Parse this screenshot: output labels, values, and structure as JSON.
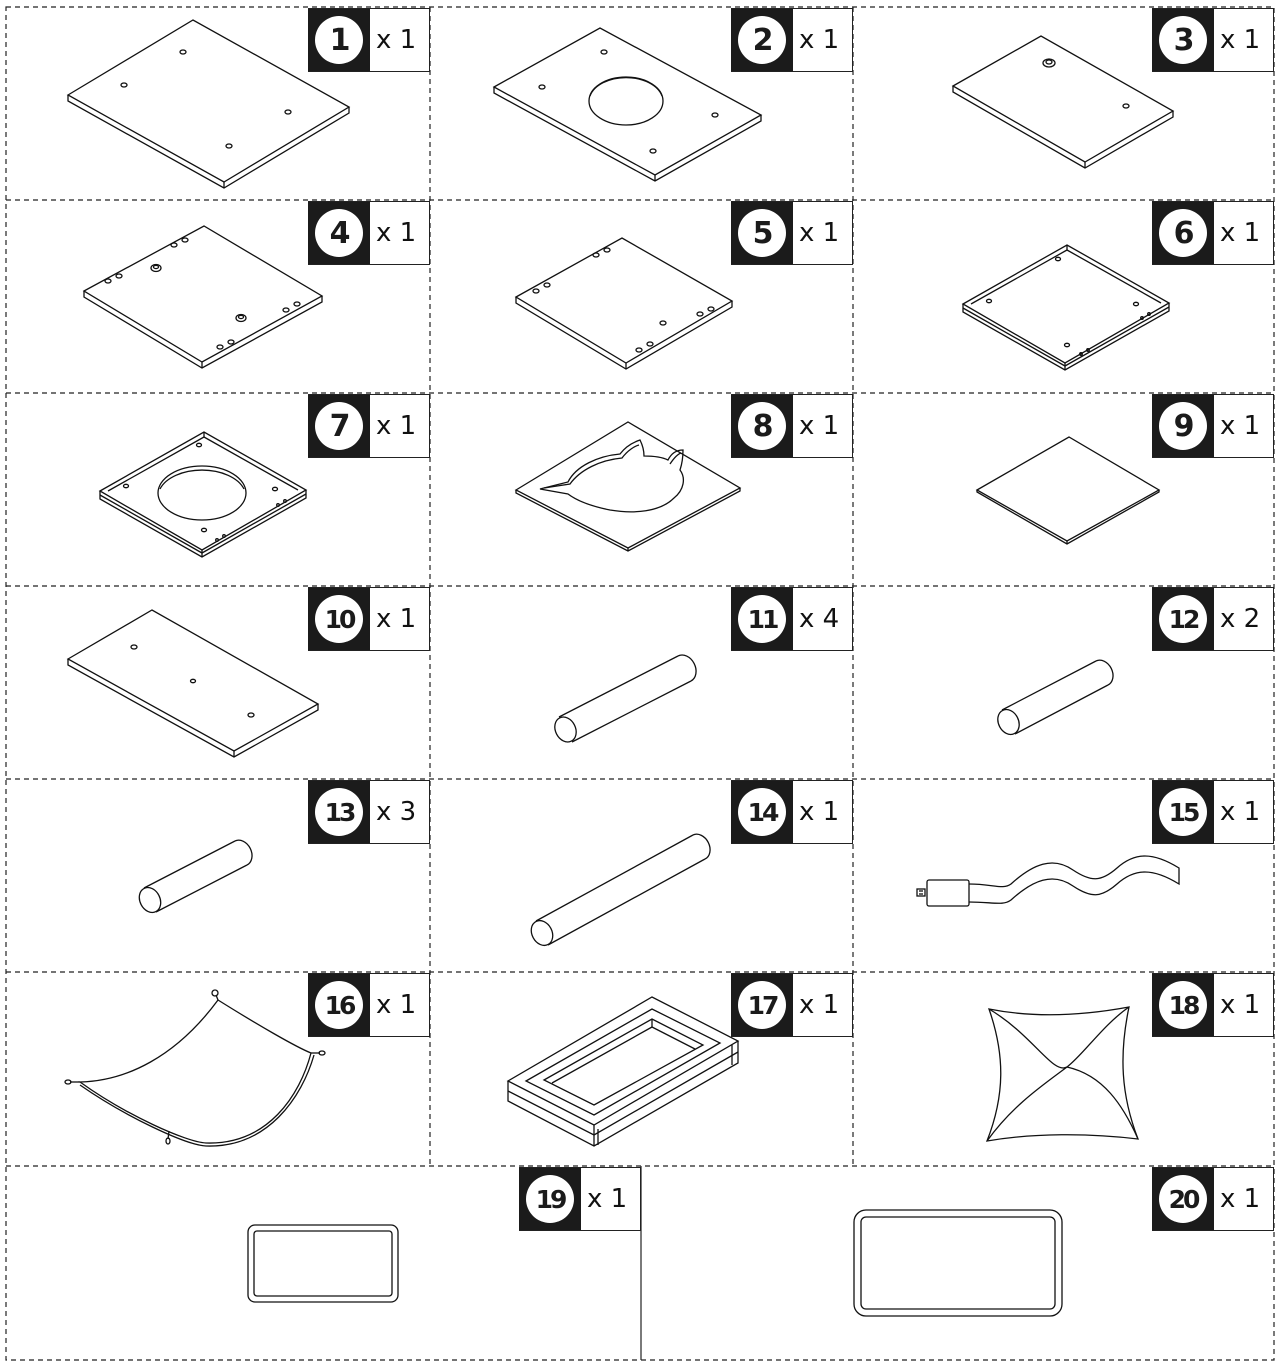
{
  "parts": [
    {
      "number": "1",
      "qty": "x 1",
      "icon": "board-with-holes"
    },
    {
      "number": "2",
      "qty": "x 1",
      "icon": "board-with-round-hole"
    },
    {
      "number": "3",
      "qty": "x 1",
      "icon": "small-board"
    },
    {
      "number": "4",
      "qty": "x 1",
      "icon": "board-with-side-holes"
    },
    {
      "number": "5",
      "qty": "x 1",
      "icon": "board-with-side-holes"
    },
    {
      "number": "6",
      "qty": "x 1",
      "icon": "framed-board"
    },
    {
      "number": "7",
      "qty": "x 1",
      "icon": "framed-board-with-round-hole"
    },
    {
      "number": "8",
      "qty": "x 1",
      "icon": "board-with-cat-head-cutout"
    },
    {
      "number": "9",
      "qty": "x 1",
      "icon": "thin-sheet"
    },
    {
      "number": "10",
      "qty": "x 1",
      "icon": "long-board"
    },
    {
      "number": "11",
      "qty": "x 4",
      "icon": "post"
    },
    {
      "number": "12",
      "qty": "x 2",
      "icon": "short-post"
    },
    {
      "number": "13",
      "qty": "x 3",
      "icon": "short-post"
    },
    {
      "number": "14",
      "qty": "x 1",
      "icon": "long-post"
    },
    {
      "number": "15",
      "qty": "x 1",
      "icon": "cable-with-plug"
    },
    {
      "number": "16",
      "qty": "x 1",
      "icon": "hammock"
    },
    {
      "number": "17",
      "qty": "x 1",
      "icon": "bed-frame"
    },
    {
      "number": "18",
      "qty": "x 1",
      "icon": "cushion"
    },
    {
      "number": "19",
      "qty": "x 1",
      "icon": "small-mat"
    },
    {
      "number": "20",
      "qty": "x 1",
      "icon": "large-mat"
    }
  ]
}
